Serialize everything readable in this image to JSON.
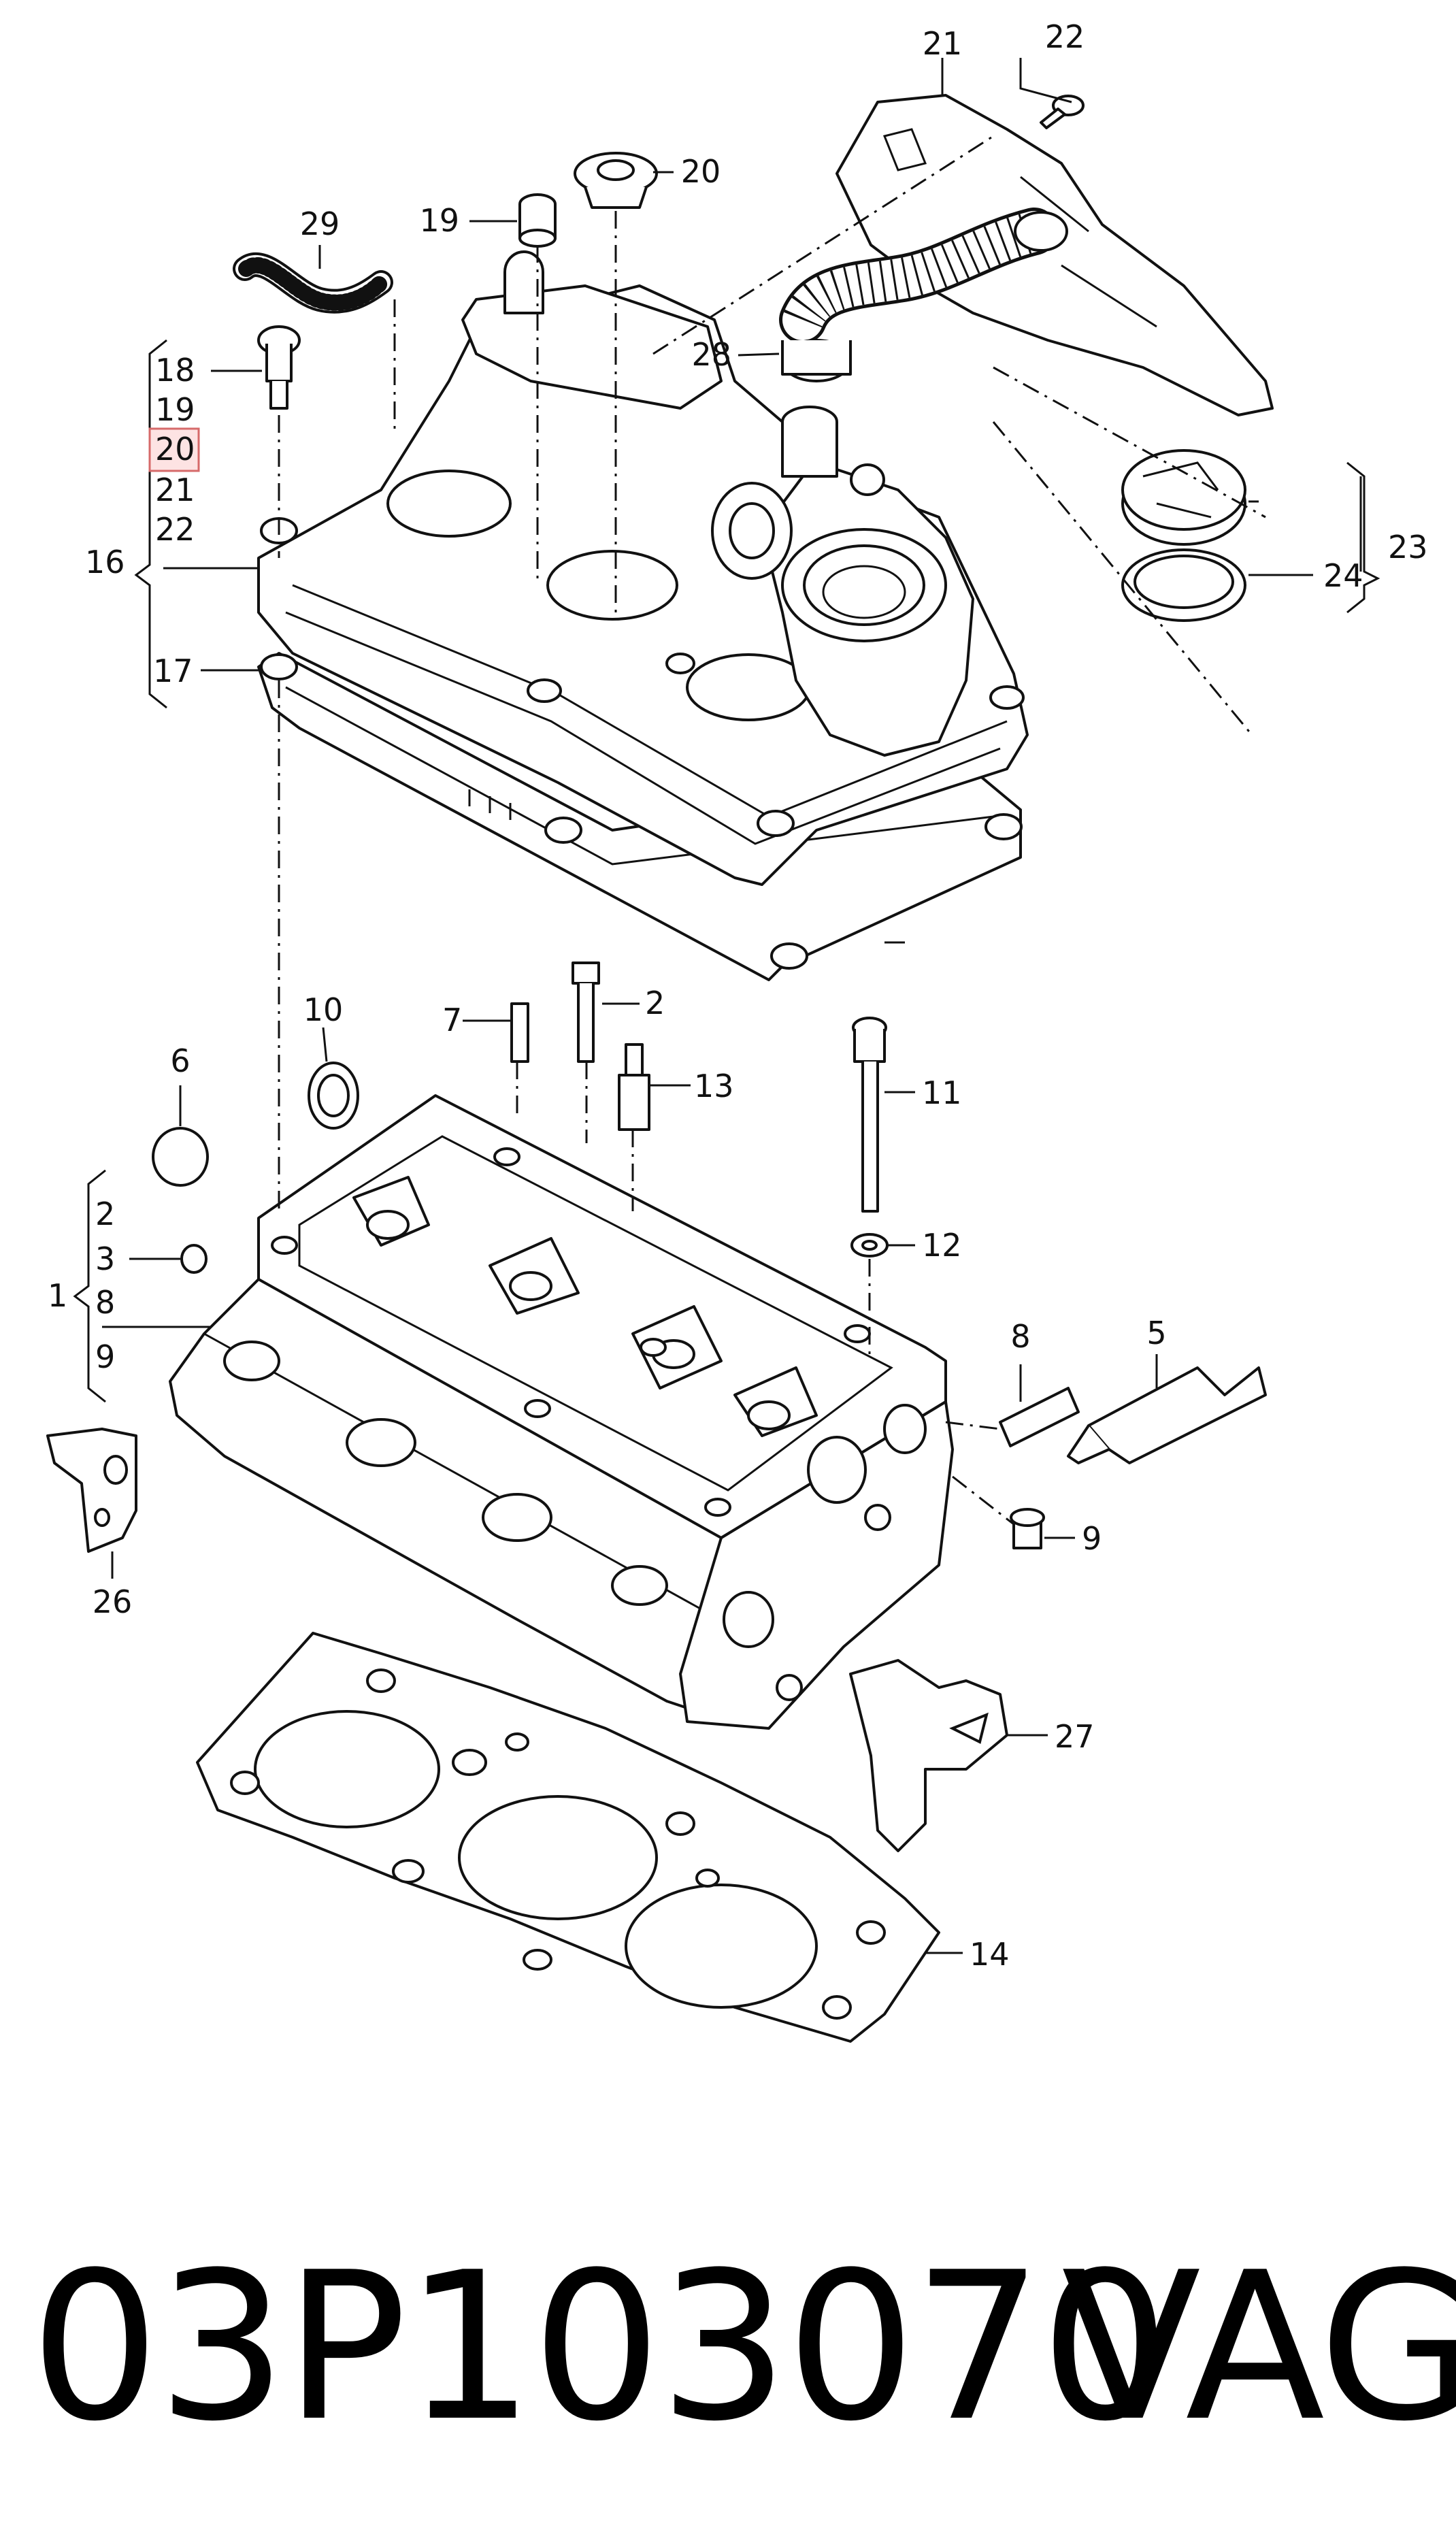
{
  "diagram": {
    "callouts": {
      "c1": "1",
      "c2a": "2",
      "c2b": "2",
      "c3": "3",
      "c5": "5",
      "c6": "6",
      "c7": "7",
      "c8a": "8",
      "c8b": "8",
      "c9a": "9",
      "c9b": "9",
      "c10": "10",
      "c11": "11",
      "c12": "12",
      "c13": "13",
      "c14": "14",
      "c16": "16",
      "c17": "17",
      "c18": "18",
      "c19a": "19",
      "c19b": "19",
      "c20a": "20",
      "c20b": "20",
      "c21a": "21",
      "c21b": "21",
      "c22a": "22",
      "c22b": "22",
      "c23": "23",
      "c24": "24",
      "c26": "26",
      "c27": "27",
      "c28": "28",
      "c29": "29"
    },
    "highlighted_callout": "20",
    "highlight_color": "#fde3e3"
  },
  "footer": {
    "part_number": "03P103070",
    "brand": "VAG"
  }
}
